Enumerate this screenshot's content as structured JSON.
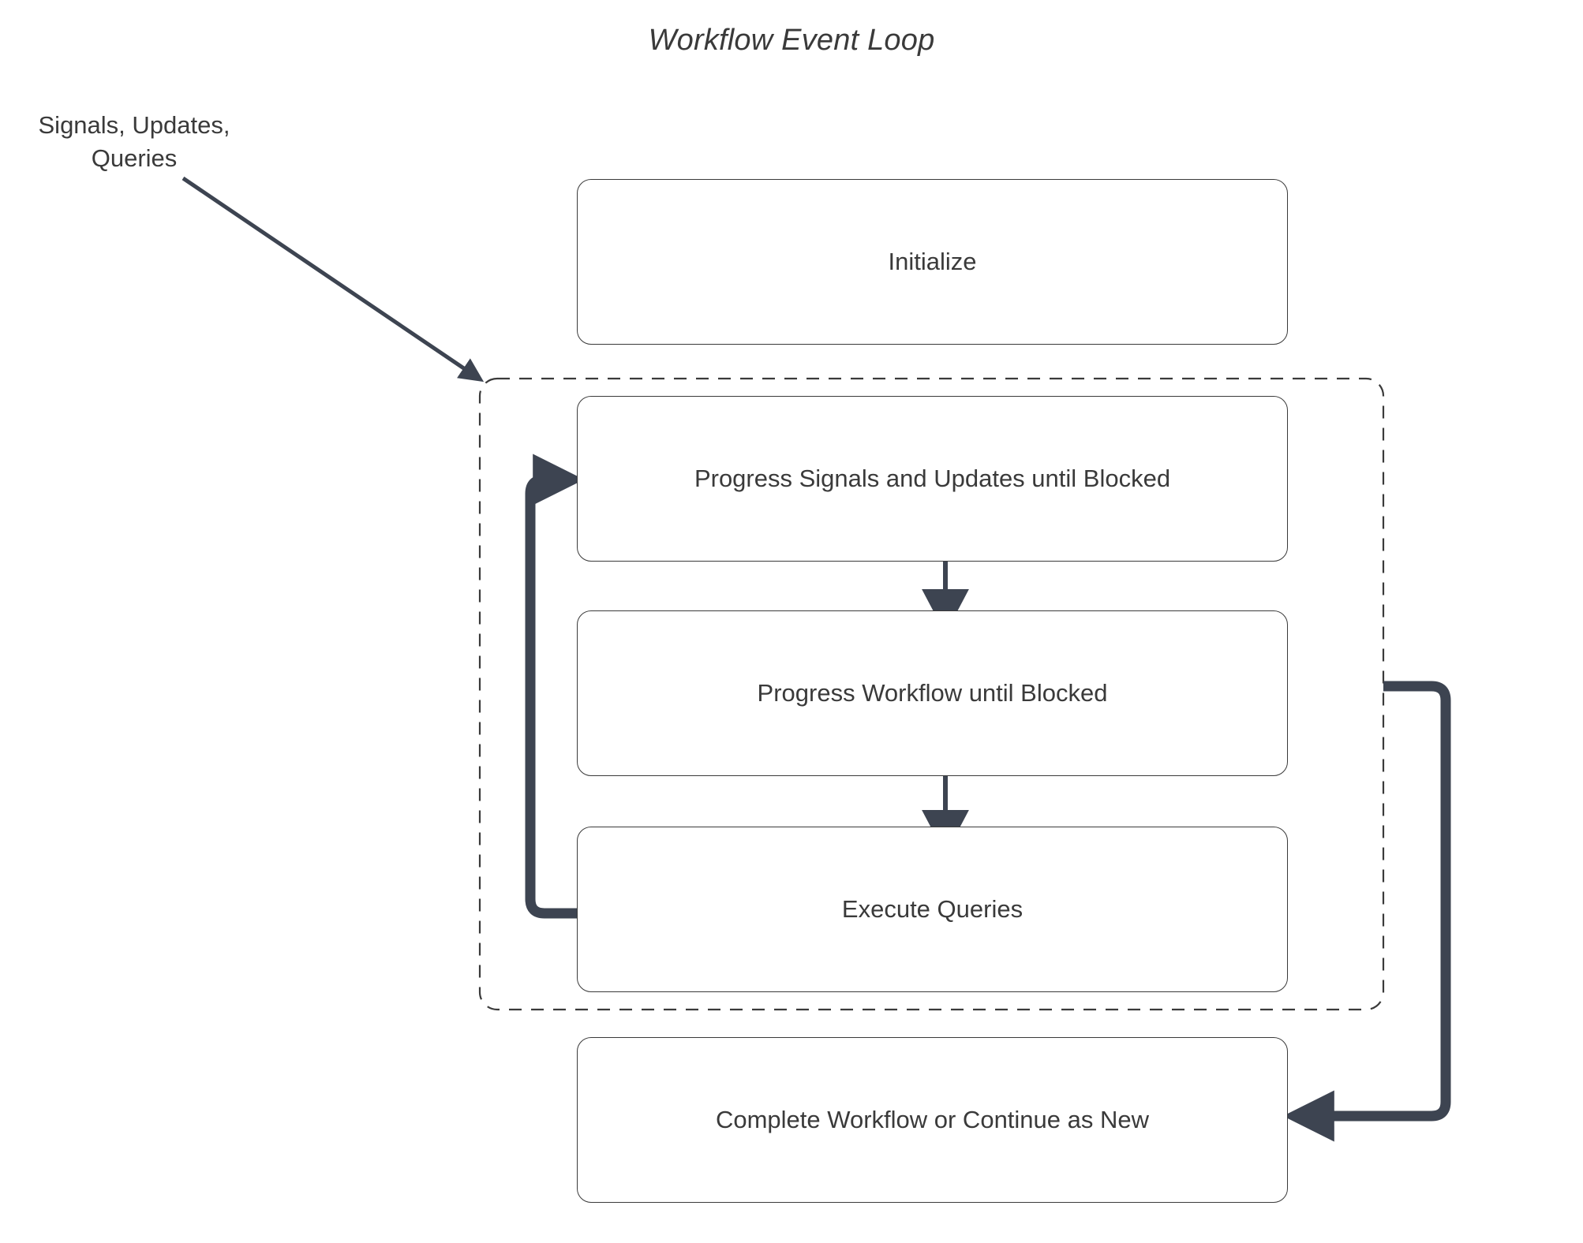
{
  "diagram": {
    "title": "Workflow Event Loop",
    "external_label": "Signals, Updates,\nQueries",
    "external_label_line1": "Signals, Updates,",
    "external_label_line2": "Queries",
    "colors": {
      "node_stroke": "#3a3a3a",
      "node_fill": "#ffffff",
      "text": "#3a3a3a",
      "flow_arrow": "#3d4451",
      "group_border": "#3a3a3a",
      "background": "#ffffff"
    },
    "group": {
      "name": "event-loop-group",
      "border_style": "dashed",
      "label": ""
    },
    "nodes": [
      {
        "id": "initialize",
        "label": "Initialize"
      },
      {
        "id": "progress-signals",
        "label": "Progress Signals and Updates until Blocked"
      },
      {
        "id": "progress-workflow",
        "label": "Progress Workflow until Blocked"
      },
      {
        "id": "execute-queries",
        "label": "Execute Queries"
      },
      {
        "id": "complete-workflow",
        "label": "Complete Workflow or Continue as New"
      }
    ],
    "edges": [
      {
        "id": "external-input",
        "from": "Signals, Updates, Queries",
        "to": "event-loop-group",
        "style": "solid-diagonal",
        "arrowhead": true
      },
      {
        "id": "signals-to-workflow",
        "from": "Progress Signals and Updates until Blocked",
        "to": "Progress Workflow until Blocked",
        "style": "solid-vertical",
        "arrowhead": true
      },
      {
        "id": "workflow-to-queries",
        "from": "Progress Workflow until Blocked",
        "to": "Execute Queries",
        "style": "solid-vertical",
        "arrowhead": true
      },
      {
        "id": "loop-back",
        "from": "Execute Queries",
        "to": "Progress Signals and Updates until Blocked",
        "style": "thick-orthogonal",
        "arrowhead": true
      },
      {
        "id": "exit-to-complete",
        "from": "event-loop-group",
        "to": "Complete Workflow or Continue as New",
        "style": "thick-orthogonal",
        "arrowhead": true
      }
    ]
  }
}
